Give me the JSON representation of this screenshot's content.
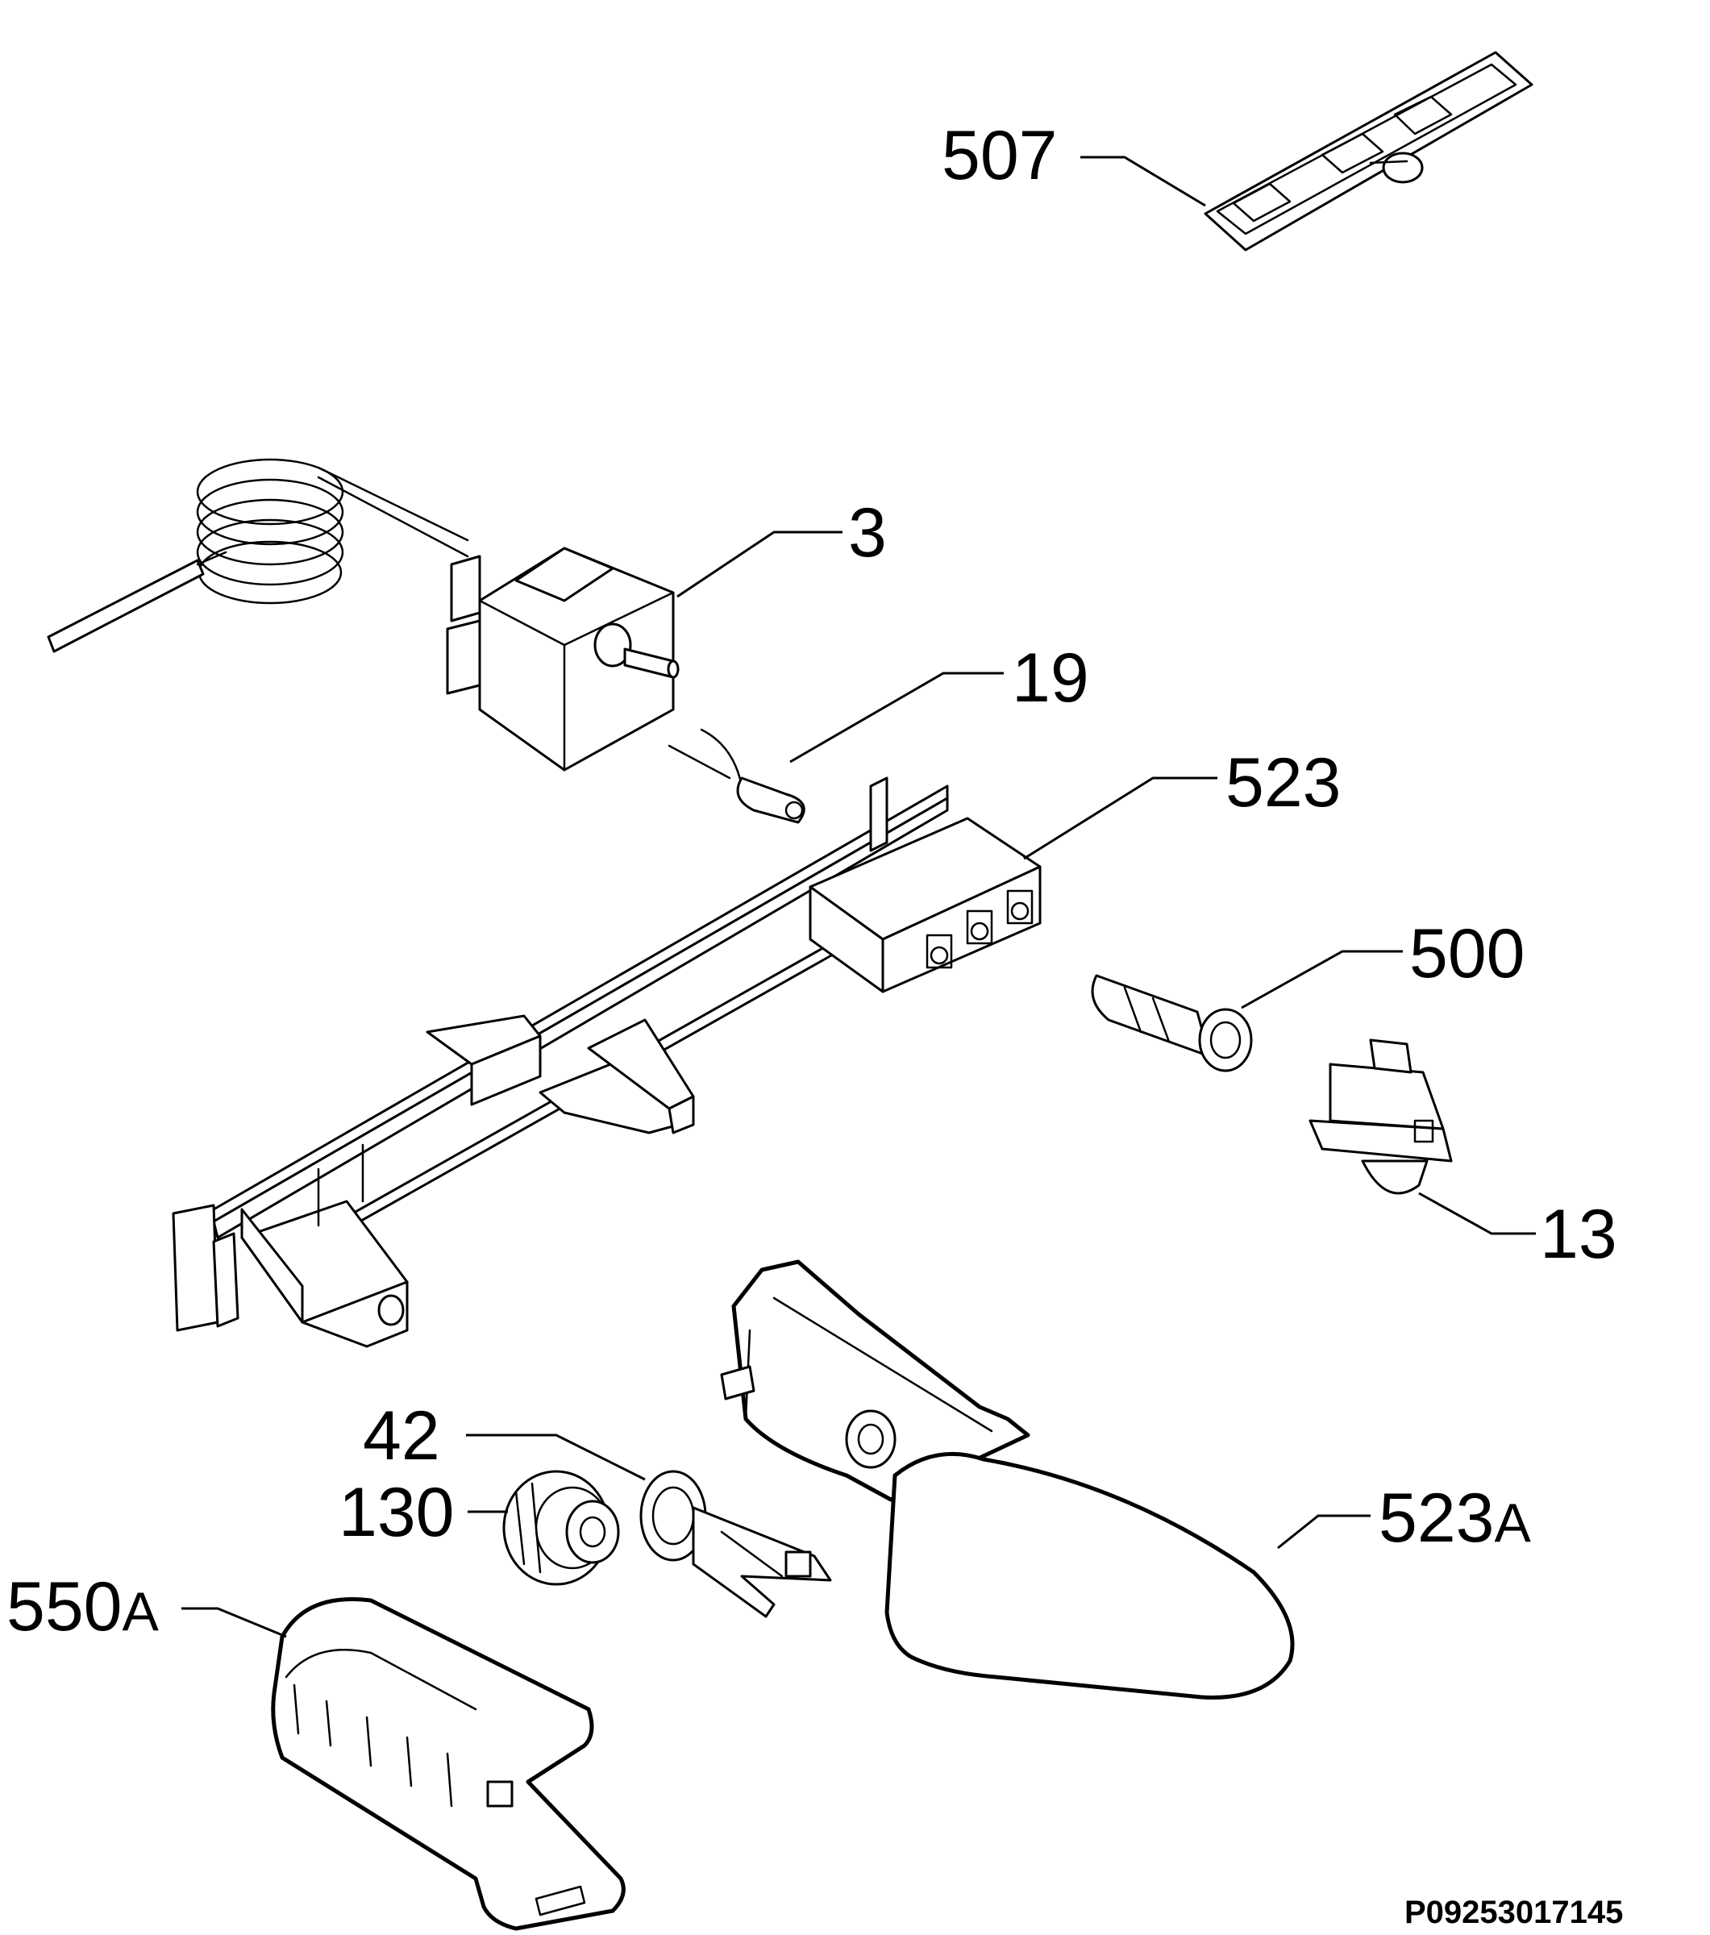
{
  "callouts": {
    "p507": "507",
    "p3": "3",
    "p19": "19",
    "p523": "523",
    "p500": "500",
    "p13": "13",
    "p42": "42",
    "p130": "130",
    "p523a_num": "523",
    "p523a_suffix": "A",
    "p550a_num": "550",
    "p550a_suffix": "A"
  },
  "document_id": "P09253017145"
}
